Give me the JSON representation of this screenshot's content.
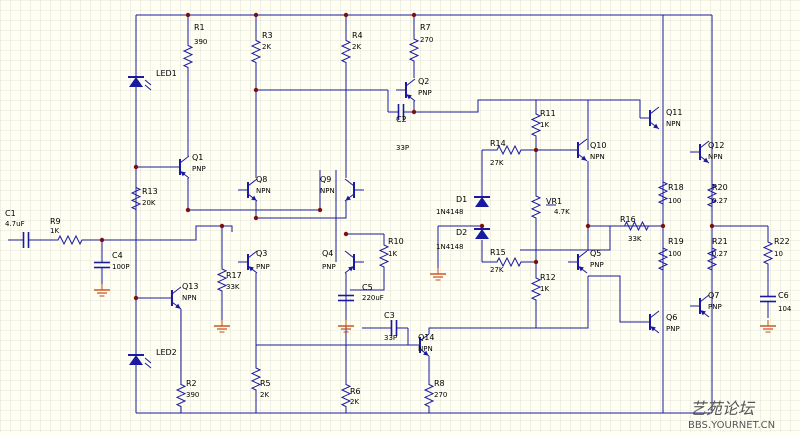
{
  "components": {
    "C1": {
      "ref": "C1",
      "value": "4.7uF"
    },
    "R9": {
      "ref": "R9",
      "value": "1K"
    },
    "C4": {
      "ref": "C4",
      "value": "100P"
    },
    "LED1": {
      "ref": "LED1"
    },
    "LED2": {
      "ref": "LED2"
    },
    "R1": {
      "ref": "R1",
      "value": "390"
    },
    "R2": {
      "ref": "R2",
      "value": "390"
    },
    "R13": {
      "ref": "R13",
      "value": "20K"
    },
    "Q1": {
      "ref": "Q1",
      "type": "PNP"
    },
    "Q13": {
      "ref": "Q13",
      "type": "NPN"
    },
    "R3": {
      "ref": "R3",
      "value": "2K"
    },
    "R4": {
      "ref": "R4",
      "value": "2K"
    },
    "R5": {
      "ref": "R5",
      "value": "2K"
    },
    "R6": {
      "ref": "R6",
      "value": "2K"
    },
    "R7": {
      "ref": "R7",
      "value": "270"
    },
    "R8": {
      "ref": "R8",
      "value": "270"
    },
    "Q2": {
      "ref": "Q2",
      "type": "PNP"
    },
    "C2": {
      "ref": "C2",
      "value": "33P"
    },
    "Q8": {
      "ref": "Q8",
      "type": "NPN"
    },
    "Q9": {
      "ref": "Q9",
      "type": "NPN"
    },
    "Q3": {
      "ref": "Q3",
      "type": "PNP"
    },
    "Q4": {
      "ref": "Q4",
      "type": "PNP"
    },
    "R17": {
      "ref": "R17",
      "value": "33K"
    },
    "R10": {
      "ref": "R10",
      "value": "1K"
    },
    "C5": {
      "ref": "C5",
      "value": "220uF"
    },
    "C3": {
      "ref": "C3",
      "value": "33P"
    },
    "Q14": {
      "ref": "Q14",
      "type": "NPN"
    },
    "R11": {
      "ref": "R11",
      "value": "1K"
    },
    "R12": {
      "ref": "R12",
      "value": "1K"
    },
    "R14": {
      "ref": "R14",
      "value": "27K"
    },
    "R15": {
      "ref": "R15",
      "value": "27K"
    },
    "D1": {
      "ref": "D1",
      "value": "1N4148"
    },
    "D2": {
      "ref": "D2",
      "value": "1N4148"
    },
    "VR1": {
      "ref": "VR1",
      "value": "4.7K"
    },
    "Q10": {
      "ref": "Q10",
      "type": "NPN"
    },
    "Q5": {
      "ref": "Q5",
      "type": "PNP"
    },
    "Q11": {
      "ref": "Q11",
      "type": "NPN"
    },
    "Q12": {
      "ref": "Q12",
      "type": "NPN"
    },
    "Q6": {
      "ref": "Q6",
      "type": "PNP"
    },
    "Q7": {
      "ref": "Q7",
      "type": "PNP"
    },
    "R16": {
      "ref": "R16",
      "value": "33K"
    },
    "R18": {
      "ref": "R18",
      "value": "100"
    },
    "R19": {
      "ref": "R19",
      "value": "100"
    },
    "R20": {
      "ref": "R20",
      "value": "0.27"
    },
    "R21": {
      "ref": "R21",
      "value": "0.27"
    },
    "R22": {
      "ref": "R22",
      "value": "10"
    },
    "C6": {
      "ref": "C6",
      "value": "104"
    }
  },
  "watermark": {
    "line1": "艺苑论坛",
    "line2": "BBS.YOURNET.CN"
  },
  "colors": {
    "background": "#fffff2",
    "grid": "#c9c9c9",
    "wire": "#1a1aa0",
    "component": "#1a1aa0",
    "ground": "#c84a16",
    "junction": "#7a1010",
    "text": "#000000"
  }
}
